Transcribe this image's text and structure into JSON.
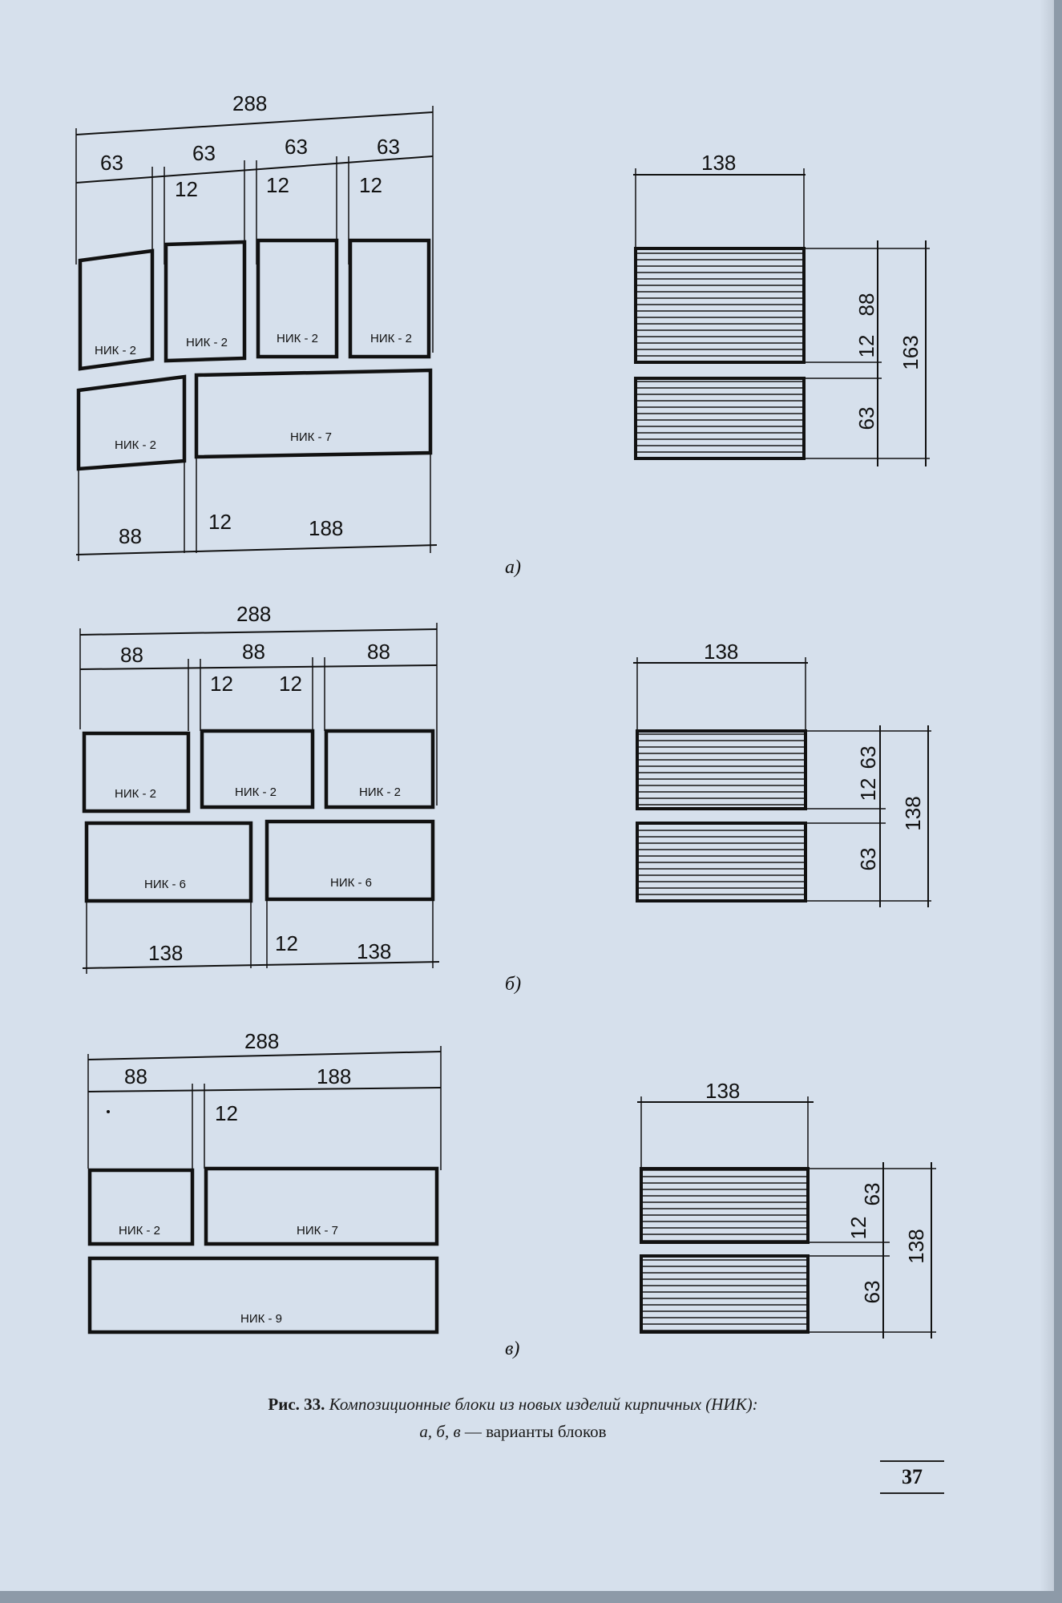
{
  "colors": {
    "paper": "#d6e0ec",
    "ink": "#111111"
  },
  "figure": {
    "panels": [
      {
        "id": "a",
        "label": "а)",
        "plan": {
          "top_dims": {
            "total": "288",
            "parts": [
              "63",
              "63",
              "63",
              "63"
            ],
            "gaps": [
              "12",
              "12",
              "12"
            ]
          },
          "bottom_dims": {
            "left": "88",
            "gap": "12",
            "right": "188"
          },
          "blocks": [
            "НИК - 2",
            "НИК - 2",
            "НИК - 2",
            "НИК - 2",
            "НИК - 2",
            "НИК - 7"
          ]
        },
        "section": {
          "width": "138",
          "h_upper": "88",
          "h_gap": "12",
          "h_lower": "63",
          "h_total": "163"
        }
      },
      {
        "id": "b",
        "label": "б)",
        "plan": {
          "top_dims": {
            "total": "288",
            "parts": [
              "88",
              "88",
              "88"
            ],
            "gaps": [
              "12",
              "12"
            ]
          },
          "bottom_dims": {
            "left": "138",
            "gap": "12",
            "right": "138"
          },
          "blocks": [
            "НИК - 2",
            "НИК - 2",
            "НИК - 2",
            "НИК - 6",
            "НИК - 6"
          ]
        },
        "section": {
          "width": "138",
          "h_upper": "63",
          "h_gap": "12",
          "h_lower": "63",
          "h_total": "138"
        }
      },
      {
        "id": "c",
        "label": "в)",
        "plan": {
          "top_dims": {
            "total": "288",
            "parts": [
              "88",
              "188"
            ],
            "gaps": [
              "12"
            ]
          },
          "blocks": [
            "НИК - 2",
            "НИК - 7",
            "НИК - 9"
          ]
        },
        "section": {
          "width": "138",
          "h_upper": "63",
          "h_gap": "12",
          "h_lower": "63",
          "h_total": "138"
        }
      }
    ]
  },
  "caption": {
    "number": "Рис. 33.",
    "title": "Композиционные блоки из новых изделий кирпичных (НИК):",
    "letters": "а, б, в",
    "dash": " — ",
    "text": "варианты блоков"
  },
  "page_number": "37"
}
